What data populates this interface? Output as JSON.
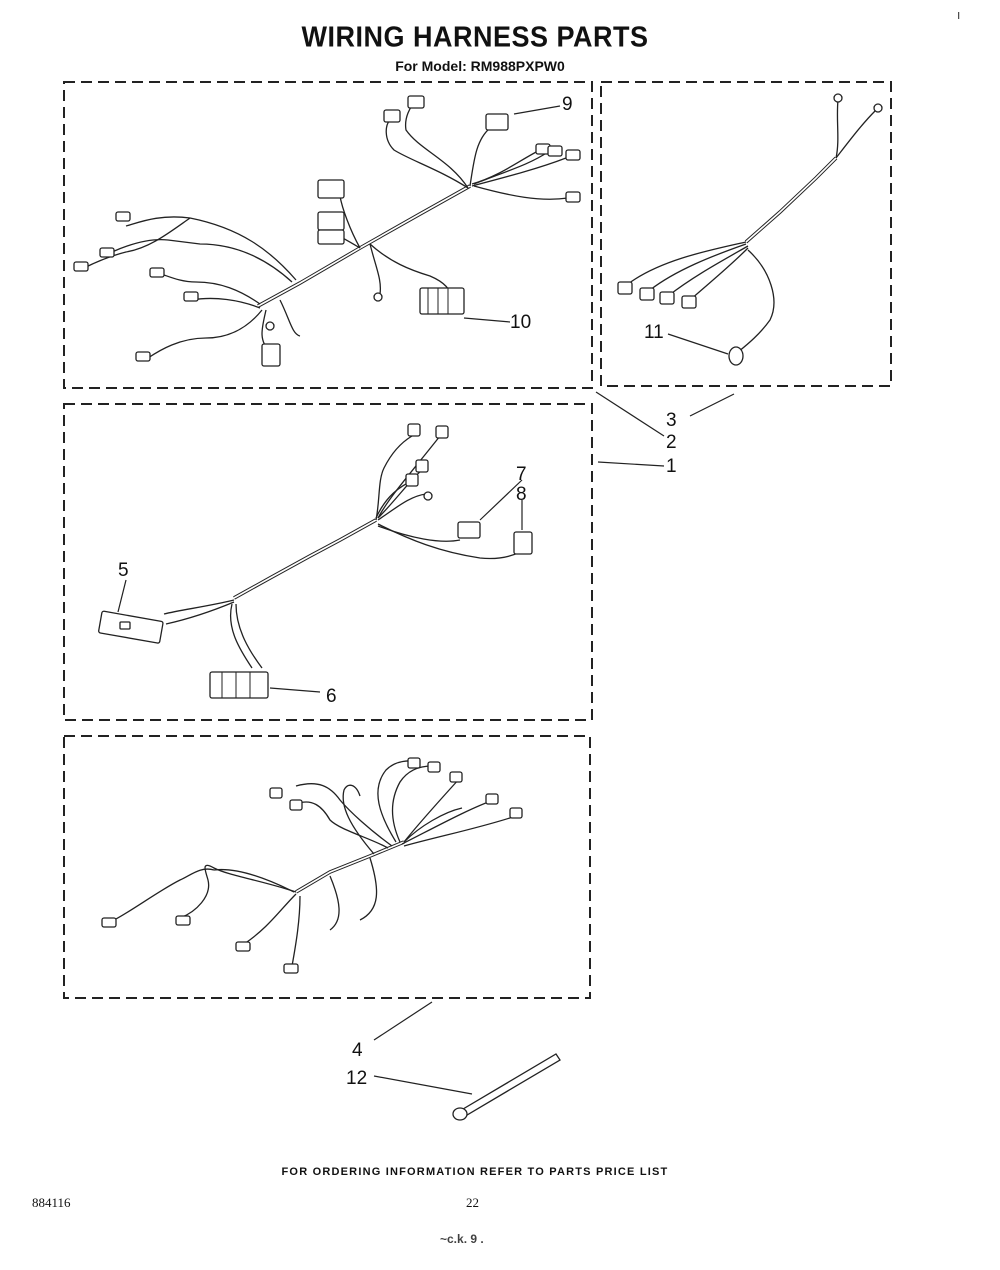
{
  "header": {
    "title": "WIRING HARNESS PARTS",
    "model_line": "For Model: RM988PXPW0"
  },
  "callouts": {
    "c1": "1",
    "c2": "2",
    "c3": "3",
    "c4": "4",
    "c5": "5",
    "c6": "6",
    "c7": "7",
    "c8": "8",
    "c9": "9",
    "c10": "10",
    "c11": "11",
    "c12": "12"
  },
  "footer": {
    "ordering_note": "FOR ORDERING INFORMATION REFER TO PARTS PRICE LIST",
    "doc_number": "884116",
    "page_number": "22",
    "handwritten_mark": "~c.k. 9 ."
  }
}
